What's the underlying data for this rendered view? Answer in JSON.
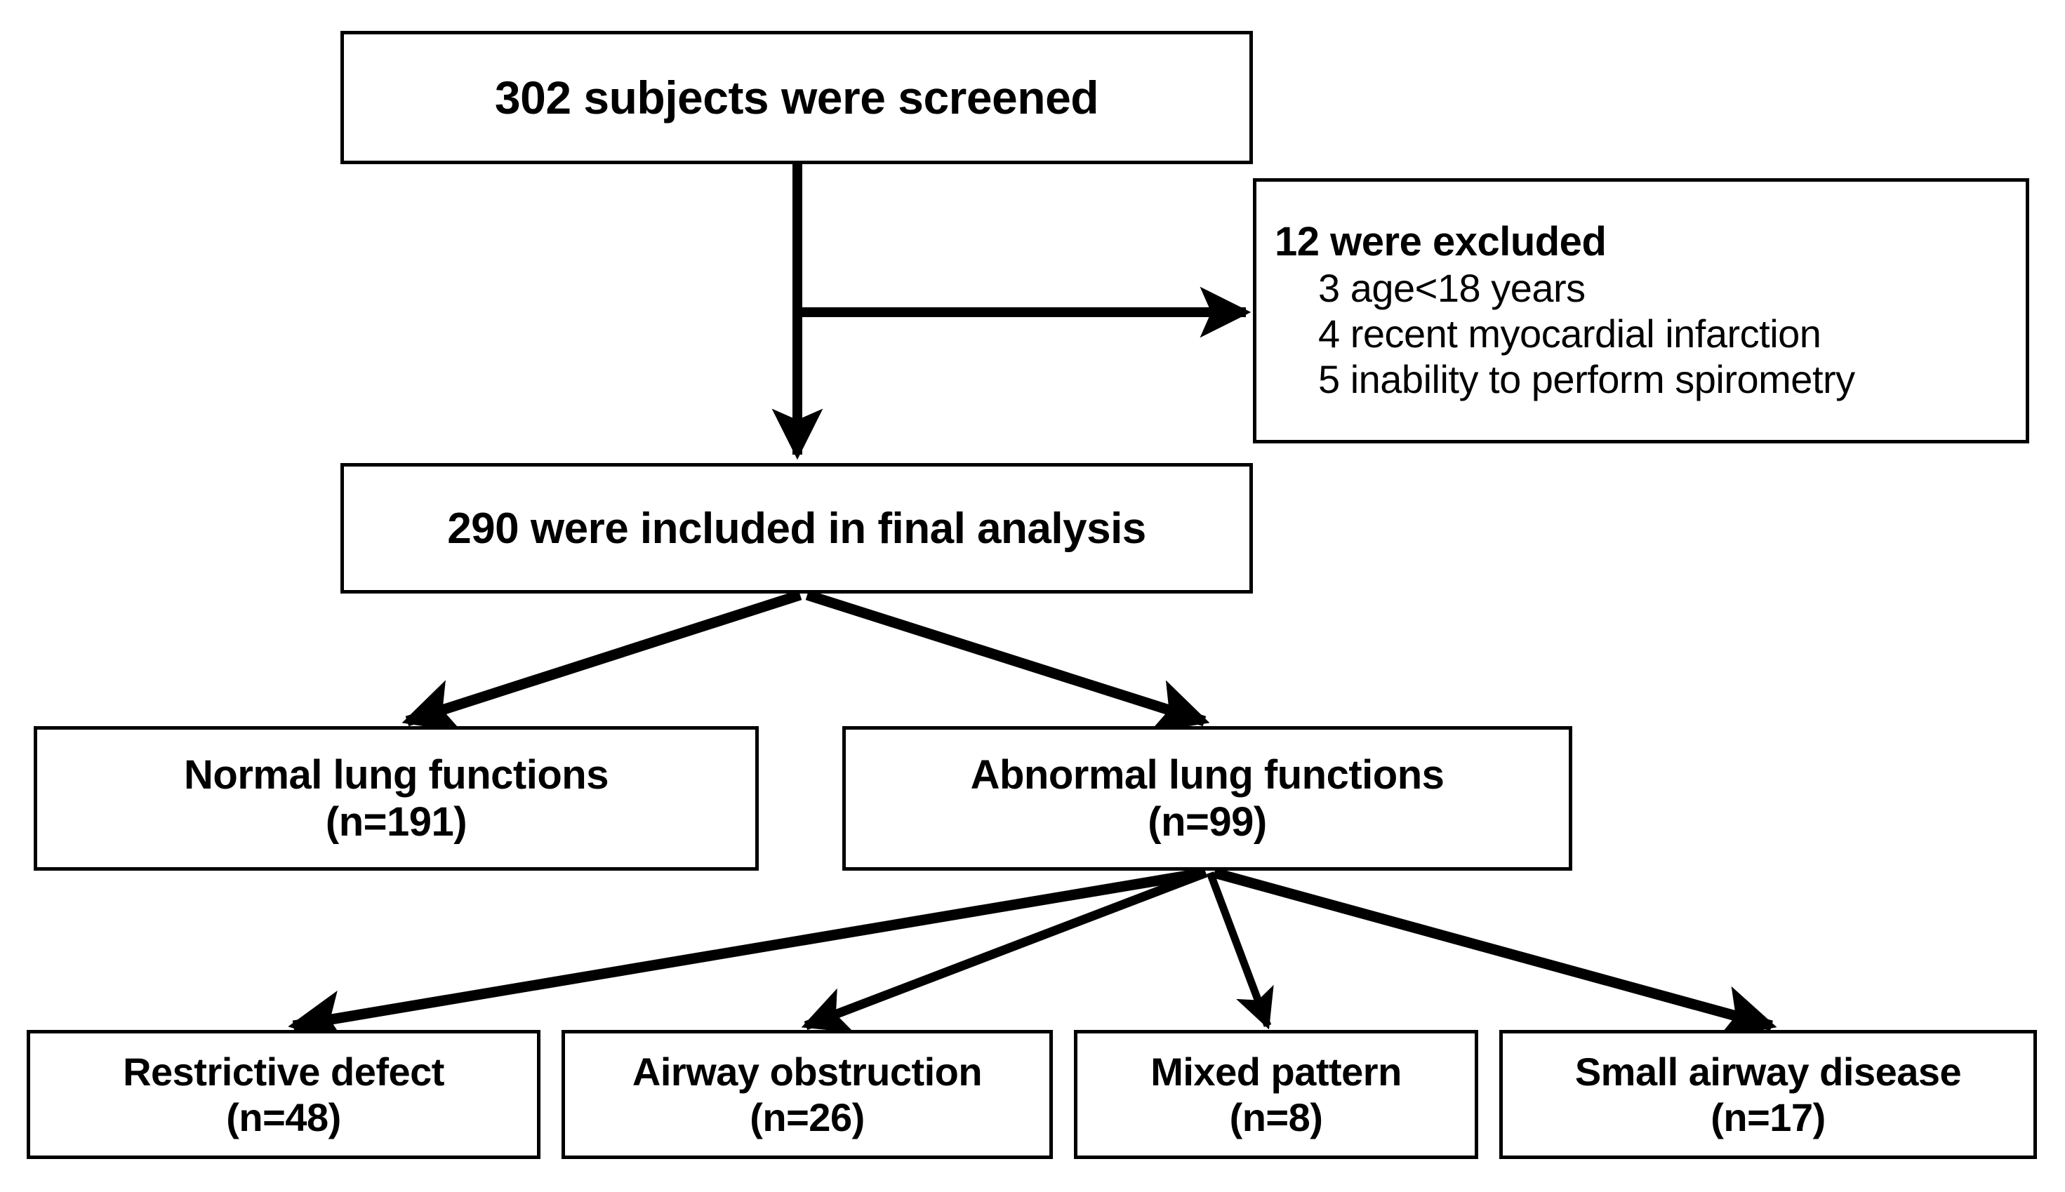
{
  "diagram": {
    "type": "flowchart",
    "title": "Study subject enrollment and lung function classification flow",
    "colors": {
      "background": "#ffffff",
      "box_border": "#000000",
      "text": "#000000",
      "connector": "#000000"
    },
    "nodes": {
      "screened": {
        "label": "302 subjects were screened",
        "count": 302
      },
      "excluded": {
        "title": "12 were excluded",
        "count": 12,
        "reasons": [
          "3 age<18 years",
          "4 recent myocardial infarction",
          "5 inability to perform spirometry"
        ]
      },
      "included": {
        "label": "290 were included in final analysis",
        "count": 290
      },
      "normal": {
        "line1": "Normal lung functions",
        "line2": "(n=191)",
        "count": 191
      },
      "abnormal": {
        "line1": "Abnormal lung functions",
        "line2": "(n=99)",
        "count": 99
      },
      "restrictive": {
        "line1": "Restrictive defect",
        "line2": "(n=48)",
        "count": 48
      },
      "obstruction": {
        "line1": "Airway obstruction",
        "line2": "(n=26)",
        "count": 26
      },
      "mixed": {
        "line1": "Mixed pattern",
        "line2": "(n=8)",
        "count": 8
      },
      "smallairway": {
        "line1": "Small airway disease",
        "line2": "(n=17)",
        "count": 17
      }
    },
    "edges": [
      {
        "from": "screened",
        "to": "included",
        "style": "arrow-down"
      },
      {
        "from": "screened",
        "to": "excluded",
        "style": "arrow-right"
      },
      {
        "from": "included",
        "to": "normal",
        "style": "arrow-diagonal"
      },
      {
        "from": "included",
        "to": "abnormal",
        "style": "arrow-diagonal"
      },
      {
        "from": "abnormal",
        "to": "restrictive",
        "style": "arrow-diagonal"
      },
      {
        "from": "abnormal",
        "to": "obstruction",
        "style": "arrow-diagonal"
      },
      {
        "from": "abnormal",
        "to": "mixed",
        "style": "arrow-diagonal"
      },
      {
        "from": "abnormal",
        "to": "smallairway",
        "style": "arrow-diagonal"
      }
    ]
  }
}
